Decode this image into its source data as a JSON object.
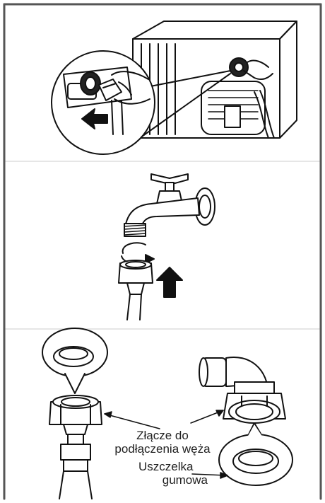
{
  "labels": {
    "connector_line1": "Złącze do",
    "connector_line2": "podłączenia węża",
    "gasket_line1": "Uszczelka",
    "gasket_line2": "gumowa"
  }
}
